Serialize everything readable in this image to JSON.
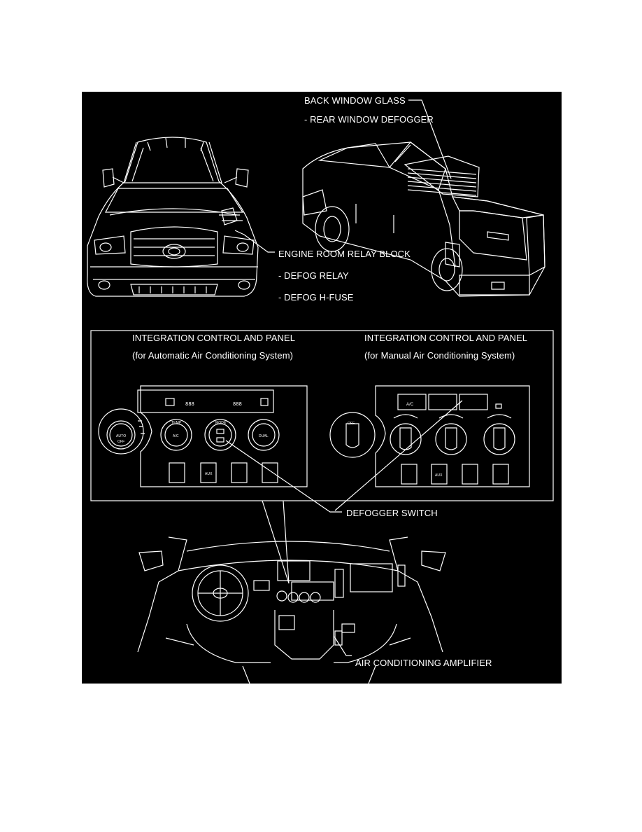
{
  "labels": {
    "back_window_glass": "BACK WINDOW GLASS",
    "rear_window_defogger": "- REAR WINDOW DEFOGGER",
    "engine_room_relay_block": "ENGINE ROOM RELAY BLOCK",
    "defog_relay": "- DEFOG RELAY",
    "defog_h_fuse": "- DEFOG H-FUSE",
    "integration_auto_title": "INTEGRATION CONTROL AND PANEL",
    "integration_auto_sub": "(for Automatic Air Conditioning System)",
    "integration_manual_title": "INTEGRATION CONTROL AND PANEL",
    "integration_manual_sub": "(for Manual Air Conditioning System)",
    "defogger_switch": "DEFOGGER SWITCH",
    "air_conditioning_amplifier": "AIR CONDITIONING AMPLIFIER"
  },
  "auto_panel": {
    "display_left": "888",
    "display_right": "888",
    "knob_auto": "AUTO",
    "knob_off": "OFF",
    "knob_temp": "TEMP",
    "knob_ac": "A/C",
    "knob_mode": "MODE",
    "knob_dual": "DUAL",
    "aux": "AUX"
  },
  "manual_panel": {
    "button_ac": "A/C",
    "knob_off": "OFF",
    "aux": "AUX"
  },
  "colors": {
    "background": "#000000",
    "line": "#ffffff"
  }
}
